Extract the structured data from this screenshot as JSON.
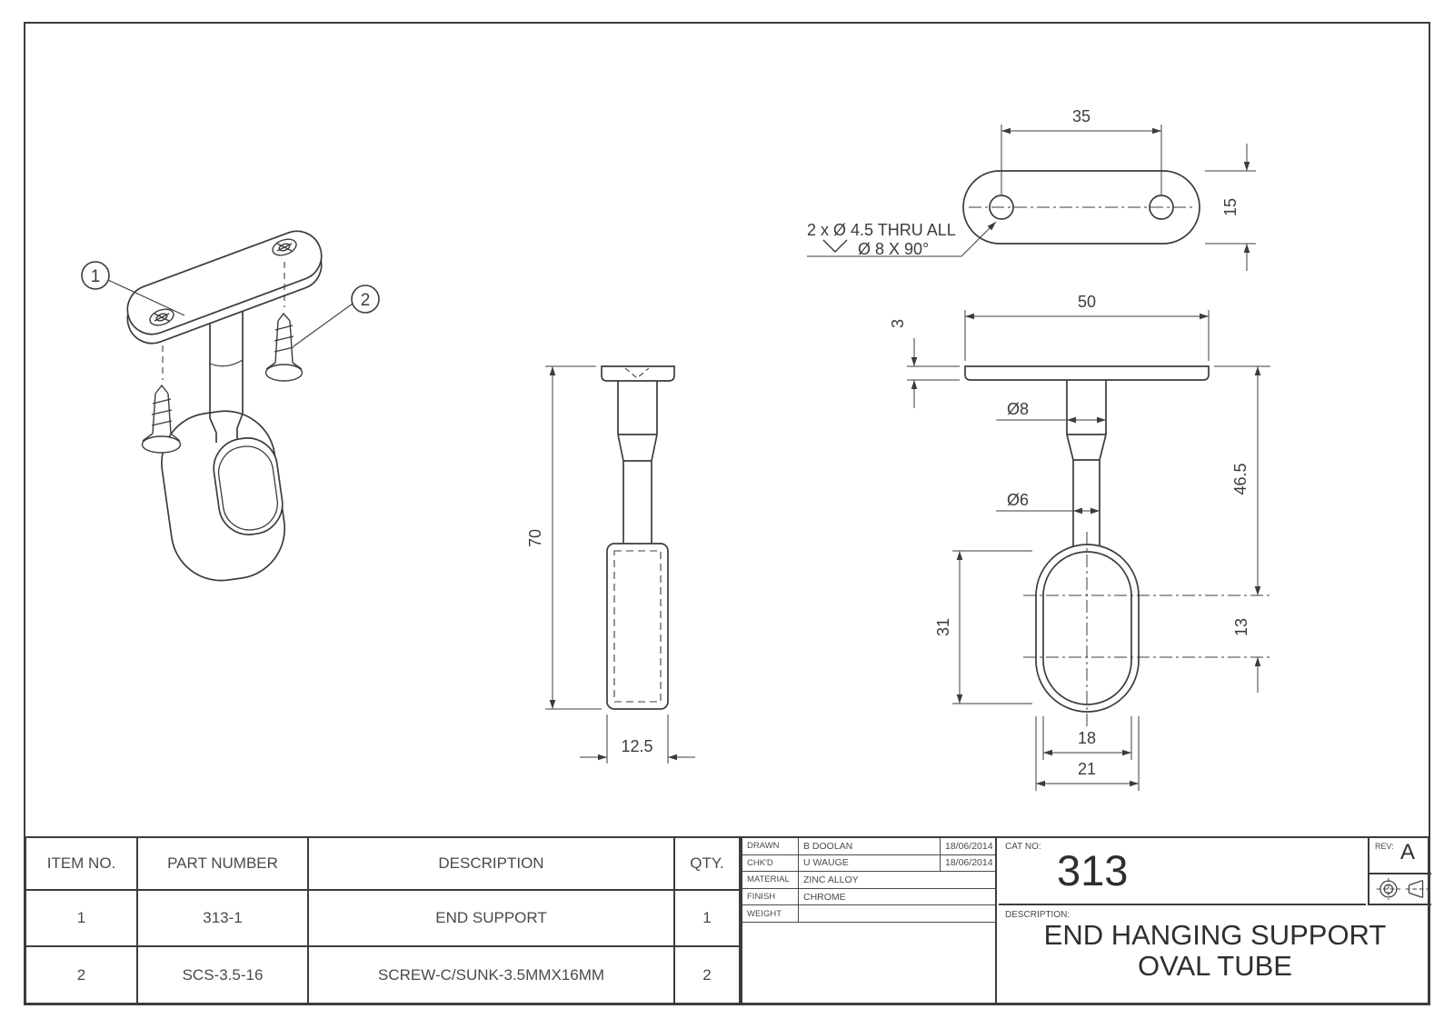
{
  "sheet": {
    "background": "#ffffff",
    "line_color": "#3c3c3c"
  },
  "views": {
    "isometric": {
      "balloon_1": "1",
      "balloon_2": "2"
    },
    "top": {
      "dim_hole_spacing": "35",
      "dim_plate_depth": "15",
      "note_line1": "2 x Ø 4.5 THRU ALL",
      "note_line2": "Ø 8 X 90°"
    },
    "side": {
      "dim_height": "70",
      "dim_width": "12.5"
    },
    "front": {
      "dim_plate_width": "50",
      "dim_plate_thickness": "3",
      "dim_shaft_upper": "Ø8",
      "dim_shaft_lower": "Ø6",
      "dim_height_to_center": "46.5",
      "dim_ring_height": "31",
      "dim_center_offset": "13",
      "dim_ring_inner_width": "18",
      "dim_ring_outer_width": "21"
    }
  },
  "bom": {
    "headers": [
      "ITEM NO.",
      "PART NUMBER",
      "DESCRIPTION",
      "QTY."
    ],
    "rows": [
      [
        "1",
        "313-1",
        "END SUPPORT",
        "1"
      ],
      [
        "2",
        "SCS-3.5-16",
        "SCREW-C/SUNK-3.5MMX16MM",
        "2"
      ]
    ]
  },
  "title_block": {
    "drawn_label": "DRAWN",
    "drawn_name": "B DOOLAN",
    "drawn_date": "18/06/2014",
    "chkd_label": "CHK'D",
    "chkd_name": "U WAUGE",
    "chkd_date": "18/06/2014",
    "material_label": "MATERIAL",
    "material_value": "ZINC ALLOY",
    "finish_label": "FINISH",
    "finish_value": "CHROME",
    "weight_label": "WEIGHT",
    "weight_value": "",
    "cat_no_label": "CAT NO:",
    "cat_no_value": "313",
    "rev_label": "REV:",
    "rev_value": "A",
    "description_label": "DESCRIPTION:",
    "description_line1": "END HANGING SUPPORT",
    "description_line2": "OVAL TUBE"
  }
}
